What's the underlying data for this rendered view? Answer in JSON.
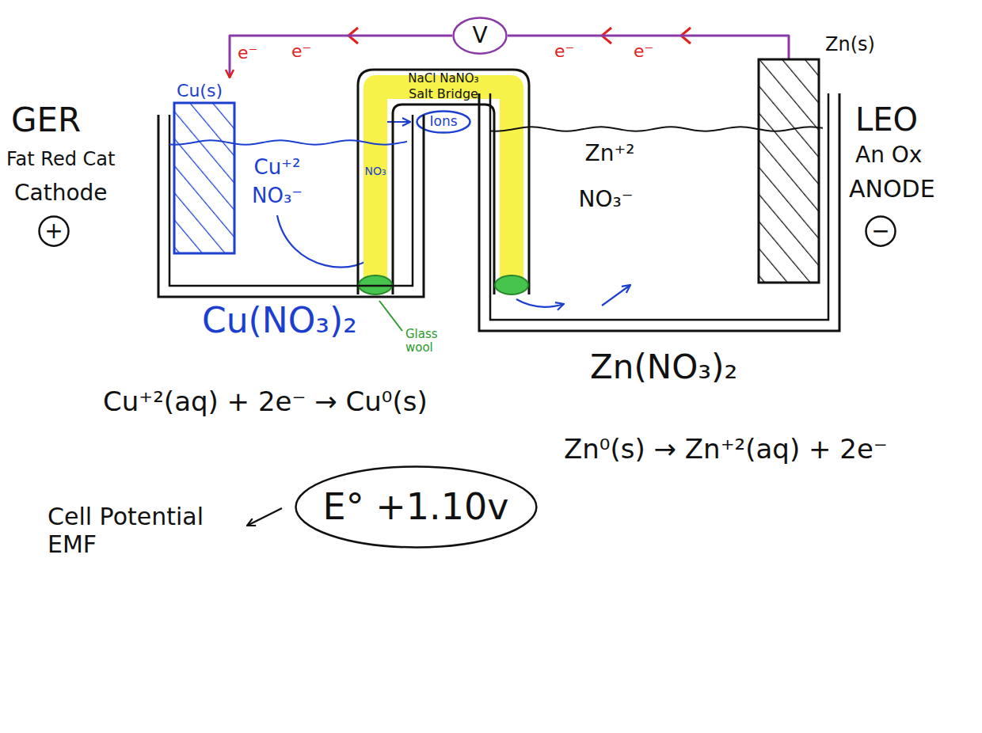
{
  "diagram": {
    "nodes": [
      {
        "text": [
          "V"
        ]
      },
      {
        "text": [
          "NaCl NaNO₃",
          "Salt Bridge",
          "NO₃"
        ]
      },
      {
        "text": [
          "Ions"
        ],
        "in": 1
      },
      {
        "text": [
          "Cu⁺²",
          "NO₃⁻"
        ]
      },
      {
        "text": [
          "Cu(s)"
        ],
        "in": 3
      },
      {
        "text": [
          "Zn⁺²",
          "NO₃⁻"
        ]
      },
      {
        "text": [
          "Zn(s)"
        ],
        "in": 5
      },
      {
        "text": [
          "+"
        ]
      },
      {
        "text": [
          "−"
        ]
      },
      {
        "text": [
          "E° +1.10v"
        ]
      }
    ],
    "edges": [
      {
        "from": 6,
        "to": 0,
        "arrow": "none"
      },
      {
        "from": 0,
        "to": 4,
        "arrow": "to"
      }
    ],
    "labels": [
      "e⁻",
      "e⁻",
      "e⁻",
      "e⁻",
      "GER",
      "Fat Red Cat",
      "Cathode",
      "LEO",
      "An Ox",
      "ANODE",
      "Cu(NO₃)₂",
      "Glass wool",
      "Zn(NO₃)₂",
      "Cu⁺²(aq) + 2e⁻ → Cu⁰(s)",
      "Zn⁰(s) → Zn⁺²(aq) + 2e⁻",
      "Cell Potential EMF"
    ]
  }
}
